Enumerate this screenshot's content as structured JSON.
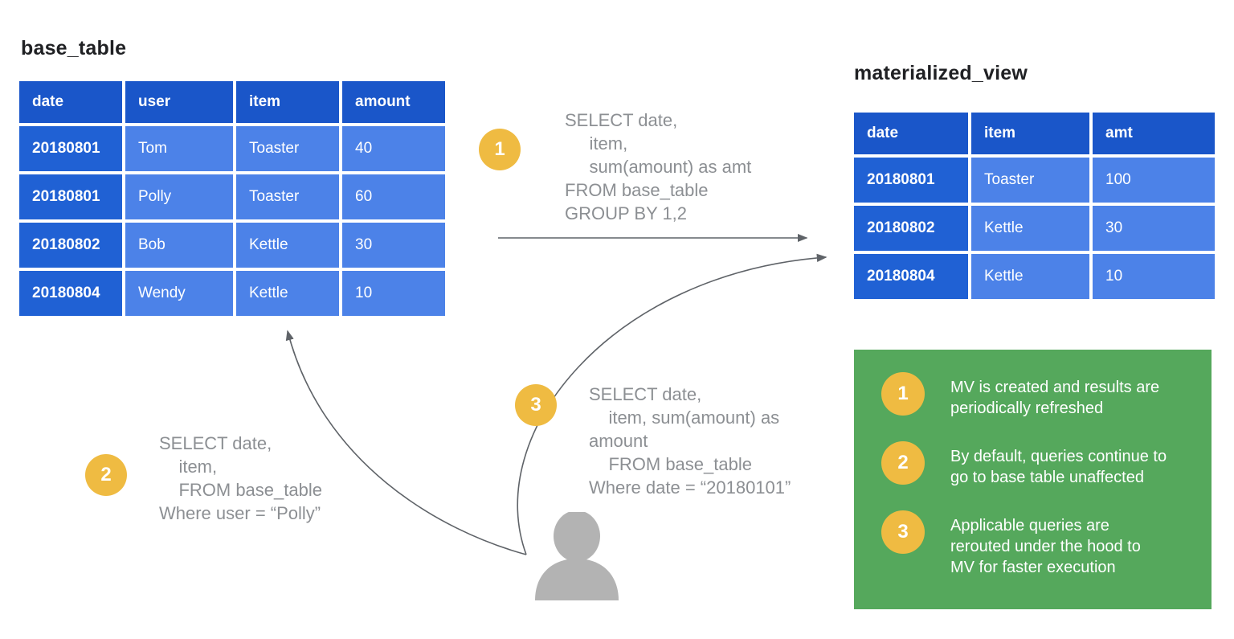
{
  "colors": {
    "header_blue": "#1a56c9",
    "key_blue": "#2061d4",
    "value_blue": "#4c82e8",
    "accent_yellow": "#efbb42",
    "legend_green": "#55a85c",
    "sql_gray": "#8c8f93",
    "avatar_gray": "#b3b3b3",
    "arrow_gray": "#5f6368",
    "title_black": "#202124"
  },
  "base_table": {
    "title": "base_table",
    "columns": [
      "date",
      "user",
      "item",
      "amount"
    ],
    "rows": [
      [
        "20180801",
        "Tom",
        "Toaster",
        "40"
      ],
      [
        "20180801",
        "Polly",
        "Toaster",
        "60"
      ],
      [
        "20180802",
        "Bob",
        "Kettle",
        "30"
      ],
      [
        "20180804",
        "Wendy",
        "Kettle",
        "10"
      ]
    ]
  },
  "materialized_view": {
    "title": "materialized_view",
    "columns": [
      "date",
      "item",
      "amt"
    ],
    "rows": [
      [
        "20180801",
        "Toaster",
        "100"
      ],
      [
        "20180802",
        "Kettle",
        "30"
      ],
      [
        "20180804",
        "Kettle",
        "10"
      ]
    ]
  },
  "steps": [
    {
      "number": "1",
      "sql": "SELECT date,\n     item,\n     sum(amount) as amt\nFROM base_table\nGROUP BY 1,2"
    },
    {
      "number": "2",
      "sql": "SELECT date,\n    item,\n    FROM base_table\nWhere user = “Polly”"
    },
    {
      "number": "3",
      "sql": "SELECT date,\n    item, sum(amount) as\namount\n    FROM base_table\nWhere date = “20180101”"
    }
  ],
  "legend": {
    "items": [
      {
        "number": "1",
        "text": "MV is created and results are\nperiodically refreshed"
      },
      {
        "number": "2",
        "text": "By default, queries continue to\ngo to base table unaffected"
      },
      {
        "number": "3",
        "text": "Applicable queries are\nrerouted under the hood to\nMV for faster execution"
      }
    ]
  },
  "icons": {
    "avatar": "user-avatar-icon",
    "arrow_create": "arrow-right-icon",
    "arrow_query_base": "curved-arrow-up-icon",
    "arrow_query_mv": "curved-arrow-right-icon"
  }
}
